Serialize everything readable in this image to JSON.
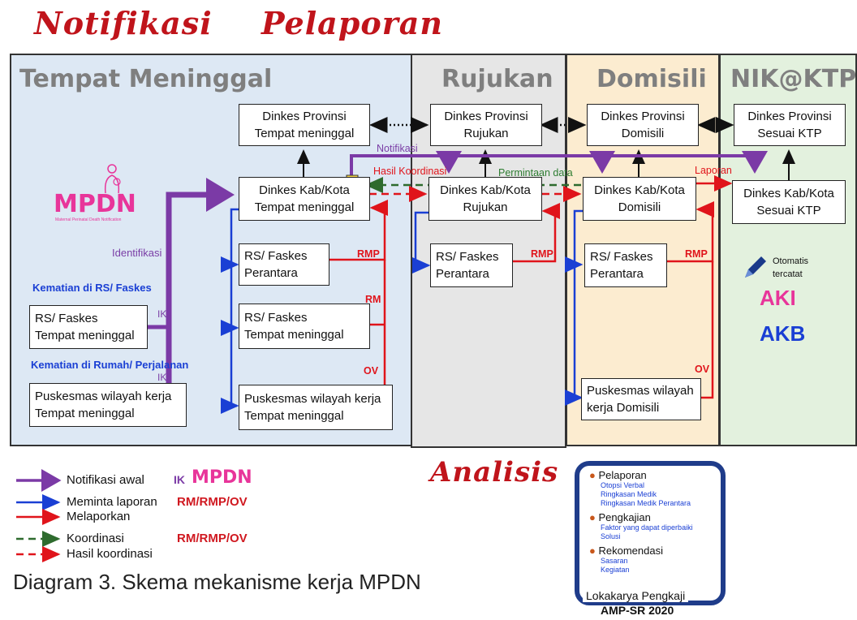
{
  "headings": {
    "notifikasi": "Notifikasi",
    "pelaporan": "Pelaporan",
    "analisis": "Analisis"
  },
  "panels": {
    "tempat_meninggal": "Tempat Meninggal",
    "rujukan": "Rujukan",
    "domisili": "Domisili",
    "nik_ktp": "NIK@KTP"
  },
  "boxes": {
    "dinkes_prov_tm": "Dinkes Provinsi\nTempat meninggal",
    "dinkes_prov_rujukan": "Dinkes Provinsi\nRujukan",
    "dinkes_prov_domisili": "Dinkes Provinsi\nDomisili",
    "dinkes_prov_ktp": "Dinkes Provinsi\nSesuai KTP",
    "dinkes_kab_tm": "Dinkes Kab/Kota\nTempat meninggal",
    "dinkes_kab_rujukan": "Dinkes Kab/Kota\nRujukan",
    "dinkes_kab_domisili": "Dinkes Kab/Kota\nDomisili",
    "dinkes_kab_ktp": "Dinkes Kab/Kota\nSesuai KTP",
    "rs_perantara_tm": "RS/ Faskes\nPerantara",
    "rs_tm_mid": "RS/ Faskes\nTempat meninggal",
    "puskesmas_tm_mid": "Puskesmas wilayah kerja\nTempat meninggal",
    "rs_perantara_rujukan": "RS/ Faskes\nPerantara",
    "rs_perantara_domisili": "RS/ Faskes\nPerantara",
    "puskesmas_domisili": "Puskesmas wilayah\nkerja Domisili",
    "rs_tm_left": "RS/ Faskes\nTempat meninggal",
    "puskesmas_tm_left": "Puskesmas wilayah kerja\nTempat meninggal"
  },
  "labels": {
    "kematian_rs": "Kematian di RS/ Faskes",
    "kematian_rumah": "Kematian di Rumah/ Perjalanan",
    "identifikasi": "Identifikasi",
    "ik": "IK",
    "notifikasi": "Notifikasi",
    "hasil_koordinasi": "Hasil Koordinasi",
    "permintaan_data": "Permintaan data",
    "laporan": "Laporan",
    "rmp": "RMP",
    "rm": "RM",
    "ov": "OV",
    "otomatis": "Otomatis\ntercatat",
    "aki": "AKI",
    "akb": "AKB",
    "mpdn": "MPDN",
    "mpdn_sub": "Maternal Perinatal Death Notification"
  },
  "legend": {
    "items": [
      {
        "text": "Notifikasi awal",
        "code": "IK",
        "color": "#7b3aa6",
        "style": "solid"
      },
      {
        "text": "Meminta laporan",
        "code": "RM/RMP/OV",
        "color": "#1a3fd4",
        "style": "solid"
      },
      {
        "text": "Melaporkan",
        "code": "",
        "color": "#e0141b",
        "style": "solid"
      },
      {
        "text": "Koordinasi",
        "code": "RM/RMP/OV",
        "color": "#2e6b2e",
        "style": "dashed"
      },
      {
        "text": "Hasil koordinasi",
        "code": "",
        "color": "#e0141b",
        "style": "dashed"
      }
    ]
  },
  "caption": "Diagram 3. Skema mekanisme kerja MPDN",
  "analisis_box": {
    "sections": [
      {
        "title": "Pelaporan",
        "items": [
          "Otopsi Verbal",
          "Ringkasan Medik",
          "Ringkasan Medik Perantara"
        ]
      },
      {
        "title": "Pengkajian",
        "items": [
          "Faktor yang dapat diperbaiki",
          "Solusi"
        ]
      },
      {
        "title": "Rekomendasi",
        "items": [
          "Sasaran",
          "Kegiatan"
        ]
      }
    ],
    "footer_line1": "Lokakarya Pengkaji",
    "footer_line2": "AMP-SR 2020"
  },
  "colors": {
    "purple": "#7b3aa6",
    "blue": "#1a3fd4",
    "red": "#e0141b",
    "green": "#2e6b2e",
    "pink": "#e8359a"
  }
}
